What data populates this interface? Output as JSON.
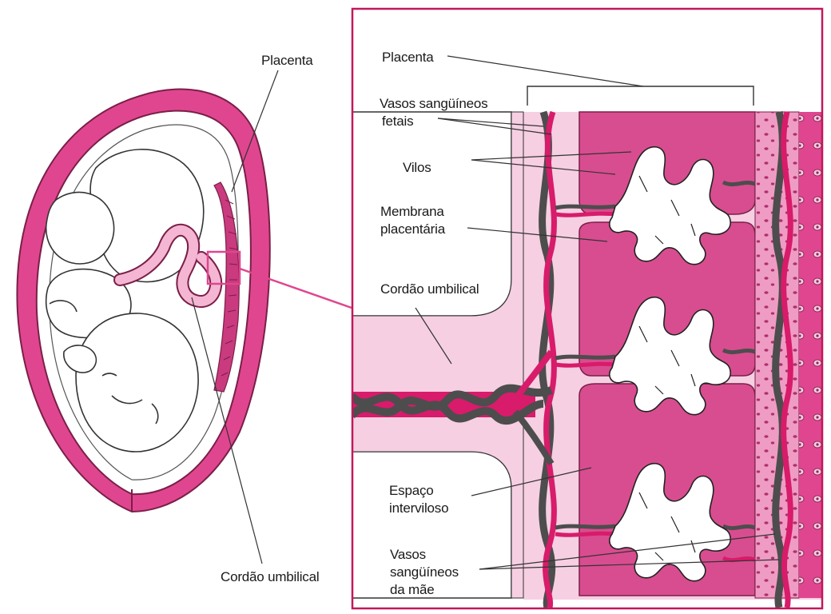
{
  "labels": {
    "left_placenta": "Placenta",
    "left_umbilical_cord": "Cordão umbilical",
    "right_placenta": "Placenta",
    "fetal_vessels_line1": "Vasos sangüíneos",
    "fetal_vessels_line2": "fetais",
    "villi": "Vilos",
    "placental_membrane_line1": "Membrana",
    "placental_membrane_line2": "placentária",
    "right_umbilical_cord": "Cordão umbilical",
    "intervillous_space_line1": "Espaço",
    "intervillous_space_line2": "interviloso",
    "maternal_vessels_line1": "Vasos",
    "maternal_vessels_line2": "sangüíneos",
    "maternal_vessels_line3": "da mãe"
  },
  "colors": {
    "uterus_wall": "#e0468f",
    "magenta_vessel": "#d81b6a",
    "dark_vessel": "#4d4d4d",
    "light_pink": "#f6cfe2",
    "mid_pink": "#ef9cc4",
    "deep_pink": "#d84d8f"
  }
}
